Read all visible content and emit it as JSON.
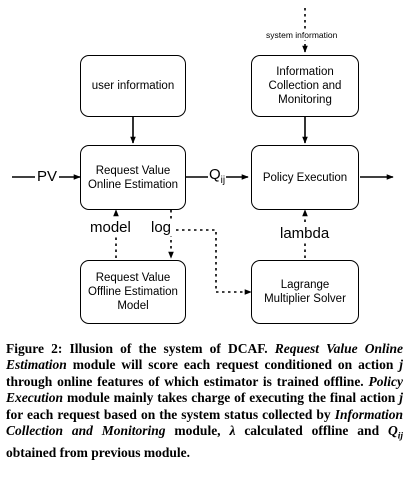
{
  "diagram": {
    "nodes": {
      "user_information": "user information",
      "request_value_online": "Request Value\nOnline Estimation",
      "request_value_offline": "Request Value\nOffline Estimation\nModel",
      "information_collection": "Information\nCollection and\nMonitoring",
      "policy_execution": "Policy Execution",
      "lagrange_solver": "Lagrange\nMultiplier Solver"
    },
    "edge_labels": {
      "pv": "PV",
      "q_ij": "Q",
      "q_ij_sub": "ij",
      "system_information": "system information",
      "model": "model",
      "log": "log",
      "lambda": "lambda"
    }
  },
  "caption": {
    "label": "Figure 2:",
    "parts": [
      {
        "text": " Illusion of the system of DCAF. ",
        "style": "bold"
      },
      {
        "text": "Request Value Online Estimation",
        "style": "bold-italic"
      },
      {
        "text": " module will score each request conditioned on action ",
        "style": "bold"
      },
      {
        "text": "j",
        "style": "bold-italic"
      },
      {
        "text": " through online features of which estimator is trained offline. ",
        "style": "bold"
      },
      {
        "text": "Policy Execution",
        "style": "bold-italic"
      },
      {
        "text": " module mainly takes charge of executing the final action ",
        "style": "bold"
      },
      {
        "text": "j",
        "style": "bold-italic"
      },
      {
        "text": " for each request based on the system status collected by ",
        "style": "bold"
      },
      {
        "text": "Information Collection and Monitoring",
        "style": "bold-italic"
      },
      {
        "text": " module, ",
        "style": "bold"
      },
      {
        "text": "λ",
        "style": "bold-italic"
      },
      {
        "text": " calculated offline and ",
        "style": "bold"
      },
      {
        "text": "Q",
        "style": "bold-italic"
      },
      {
        "text": "ij",
        "style": "bold-italic-sub"
      },
      {
        "text": " obtained from previous module.",
        "style": "bold"
      }
    ]
  }
}
